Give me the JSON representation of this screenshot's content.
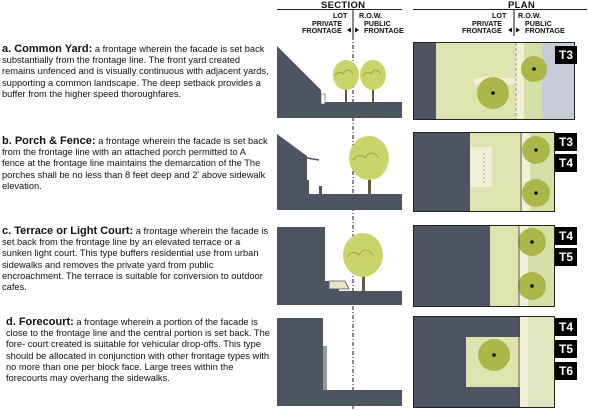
{
  "section": {
    "title": "SECTION",
    "lot": "LOT",
    "row": "R.O.W.",
    "private": "PRIVATE",
    "public": "PUBLIC",
    "frontage_l": "FRONTAGE",
    "frontage_r": "FRONTAGE"
  },
  "plan": {
    "title": "PLAN",
    "lot": "LOT",
    "row": "R.O.W.",
    "private": "PRIVATE",
    "public": "PUBLIC",
    "frontage_l": "FRONTAGE",
    "frontage_r": "FRONTAGE"
  },
  "rows": [
    {
      "title": "a.  Common Yard:",
      "text": " a frontage wherein the facade is set back substantially from the frontage line.  The front yard created remains unfenced and is visually continuous with adjacent yards, supporting a common landscape. The deep setback provides a buffer from the higher speed thoroughfares.",
      "tags": [
        "T3"
      ]
    },
    {
      "title": "b.  Porch & Fence:",
      "text": " a frontage wherein the facade is set back from the frontage line with an attached porch permitted to A fence at the frontage line maintains the demarcation of the The porches shall be no less than 8 feet deep and 2' above sidewalk elevation.",
      "tags": [
        "T3",
        "T4"
      ]
    },
    {
      "title": "c.  Terrace or Light Court:",
      "text": " a frontage wherein the facade is set back from the frontage line by an elevated terrace or a sunken light court. This type buffers residential use from urban sidewalks and removes the private yard from public encroachment. The terrace is suitable for conversion to outdoor cafes.",
      "tags": [
        "T4",
        "T5"
      ]
    },
    {
      "title": "d.  Forecourt:",
      "text": " a frontage wherein a portion of the facade is close to the frontage line and the central portion is set back. The fore- court created is suitable for vehicular drop-offs. This type should be allocated in conjunction with other frontage types with no more than one per block face. Large trees within the forecourts may overhang the sidewalks.",
      "tags": [
        "T4",
        "T5",
        "T6"
      ]
    }
  ]
}
